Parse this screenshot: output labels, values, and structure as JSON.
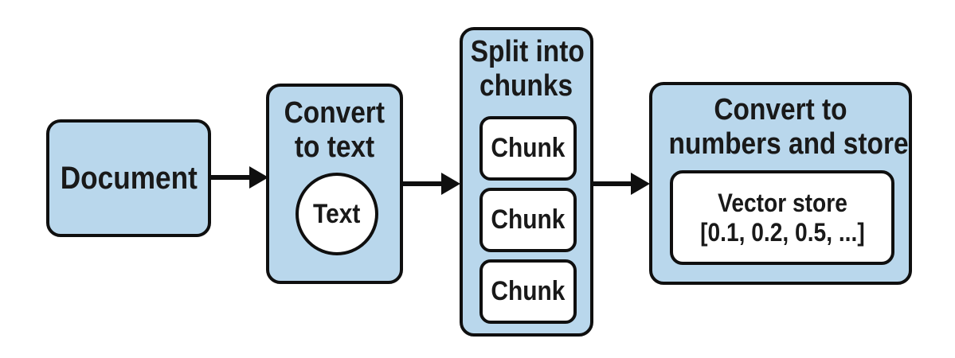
{
  "colors": {
    "background": "#ffffff",
    "node_fill": "#b9d7ec",
    "node_border": "#0f0f0f",
    "inner_fill": "#ffffff",
    "arrow": "#0f0f0f",
    "text": "#191919"
  },
  "diagram": {
    "type": "flowchart",
    "direction": "left-to-right",
    "nodes": {
      "document": {
        "label": "Document"
      },
      "convert_to_text": {
        "title_line1": "Convert",
        "title_line2": "to text",
        "circle_label": "Text"
      },
      "split_into_chunks": {
        "title_line1": "Split into",
        "title_line2": "chunks",
        "chunks": [
          "Chunk",
          "Chunk",
          "Chunk"
        ]
      },
      "convert_to_numbers": {
        "title_line1": "Convert to",
        "title_line2": "numbers and store",
        "vector_line1": "Vector store",
        "vector_line2": "[0.1, 0.2, 0.5, ...]"
      }
    },
    "edges": [
      {
        "from": "document",
        "to": "convert_to_text"
      },
      {
        "from": "convert_to_text",
        "to": "split_into_chunks"
      },
      {
        "from": "split_into_chunks",
        "to": "convert_to_numbers"
      }
    ]
  }
}
